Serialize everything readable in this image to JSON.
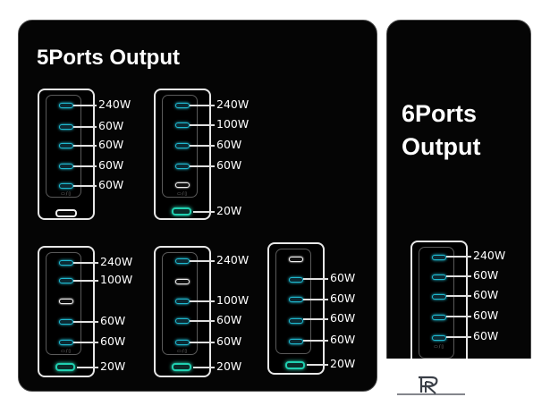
{
  "left_panel": {
    "title": "5Ports Output"
  },
  "right_panel": {
    "title_line1": "6Ports",
    "title_line2": "Output"
  },
  "configs": [
    {
      "name": "config-1",
      "labels": [
        "240W",
        "60W",
        "60W",
        "60W",
        "60W"
      ]
    },
    {
      "name": "config-2",
      "labels": [
        "240W",
        "100W",
        "60W",
        "60W",
        "20W"
      ]
    },
    {
      "name": "config-3",
      "labels": [
        "240W",
        "100W",
        "60W",
        "60W",
        "20W"
      ]
    },
    {
      "name": "config-4",
      "labels": [
        "240W",
        "100W",
        "60W",
        "60W",
        "20W"
      ]
    },
    {
      "name": "config-5",
      "labels": [
        "60W",
        "60W",
        "60W",
        "60W",
        "20W"
      ]
    },
    {
      "name": "config-6",
      "labels": [
        "240W",
        "60W",
        "60W",
        "60W",
        "60W"
      ]
    }
  ],
  "logo": {
    "text": "R"
  },
  "colors": {
    "background": "#050505",
    "port_glow": "#27d3ec",
    "port_green": "#20d0b0",
    "text": "#ffffff"
  }
}
